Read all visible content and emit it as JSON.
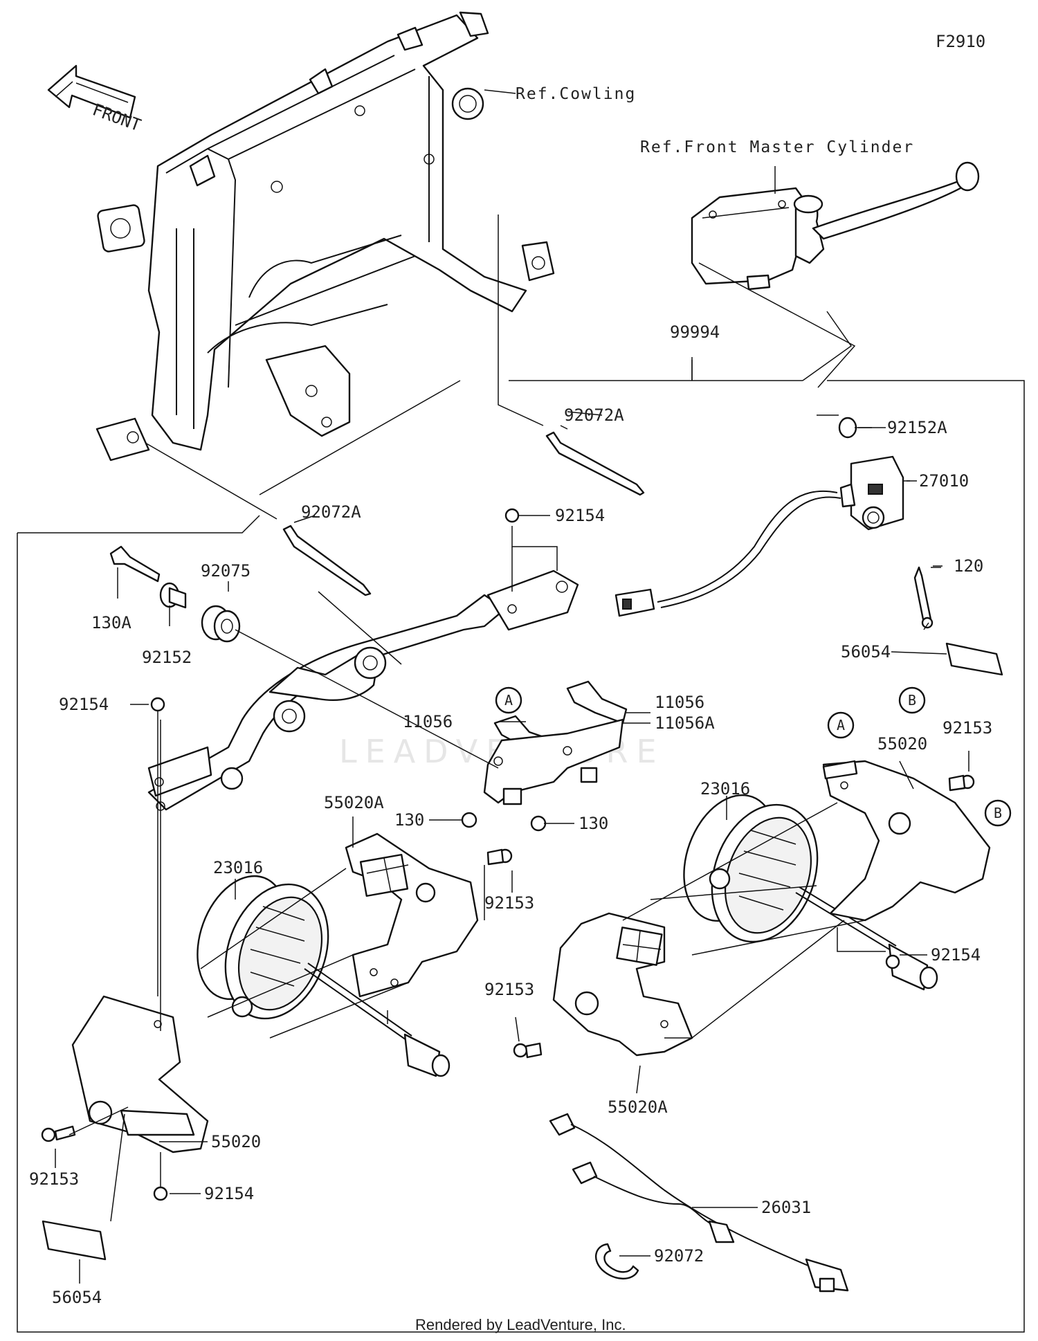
{
  "figure_code": "F2910",
  "front_label": "FRONT",
  "refs": {
    "cowling": "Ref.Cowling",
    "front_master_cylinder": "Ref.Front Master Cylinder"
  },
  "parts": {
    "p99994": "99994",
    "p92072A_top": "92072A",
    "p92072A_left": "92072A",
    "p92152A": "92152A",
    "p27010": "27010",
    "p120": "120",
    "p92154_top": "92154",
    "p92075": "92075",
    "p130A": "130A",
    "p92152": "92152",
    "p56054_right": "56054",
    "p11056_right": "11056",
    "p11056_left": "11056",
    "p11056A": "11056A",
    "p92154_left": "92154",
    "p130_left": "130",
    "p130_right": "130",
    "p55020A_top": "55020A",
    "p23016_left": "23016",
    "p92153_mid": "92153",
    "p23016_right": "23016",
    "p55020_right": "55020",
    "p92153_right": "92153",
    "p92154_right": "92154",
    "p92153_rightlow": "92153",
    "p55020A_bottom": "55020A",
    "p55020_left": "55020",
    "p92153_left": "92153",
    "p92154_bottom": "92154",
    "p26031": "26031",
    "p92072": "92072",
    "p56054_left": "56054"
  },
  "callouts": {
    "a1": "A",
    "a2": "A",
    "b1": "B",
    "b2": "B"
  },
  "watermark": "LEADVENTURE",
  "footer": "Rendered by LeadVenture, Inc."
}
